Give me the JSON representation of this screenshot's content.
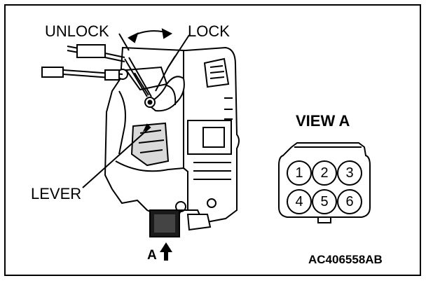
{
  "labels": {
    "unlock": "UNLOCK",
    "lock": "LOCK",
    "lever": "LEVER",
    "view_label": "VIEW A",
    "arrow_label": "A",
    "figure_code": "AC406558AB"
  },
  "connector": {
    "pins": [
      "1",
      "2",
      "3",
      "4",
      "5",
      "6"
    ]
  }
}
